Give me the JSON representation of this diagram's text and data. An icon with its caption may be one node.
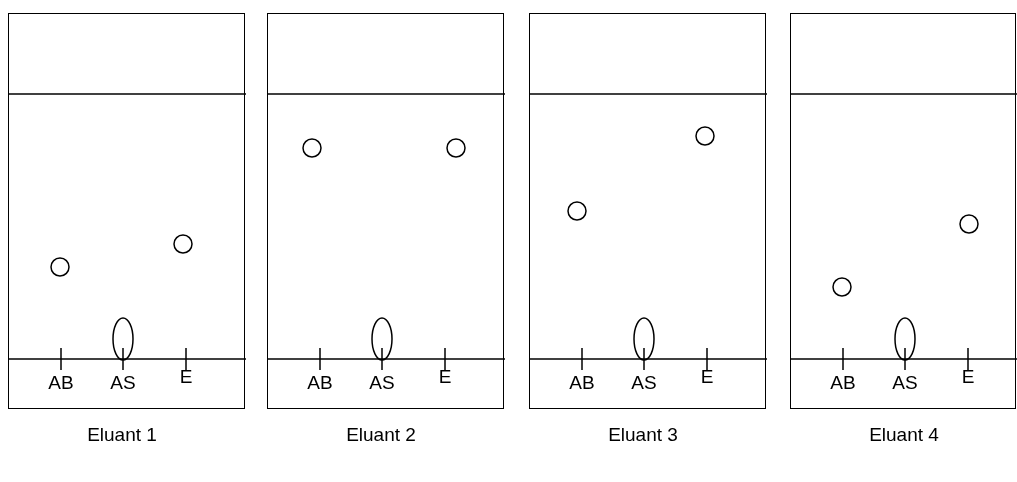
{
  "diagram": {
    "nodes": [
      {
        "text": [
          "AB",
          "AS",
          "E"
        ],
        "beside": [
          "Eluant 1"
        ]
      },
      {
        "text": [
          "AB",
          "AS",
          "E"
        ],
        "beside": [
          "Eluant 2"
        ]
      },
      {
        "text": [
          "AB",
          "AS",
          "E"
        ],
        "beside": [
          "Eluant 3"
        ]
      },
      {
        "text": [
          "AB",
          "AS",
          "E"
        ],
        "beside": [
          "Eluant 4"
        ]
      }
    ]
  }
}
